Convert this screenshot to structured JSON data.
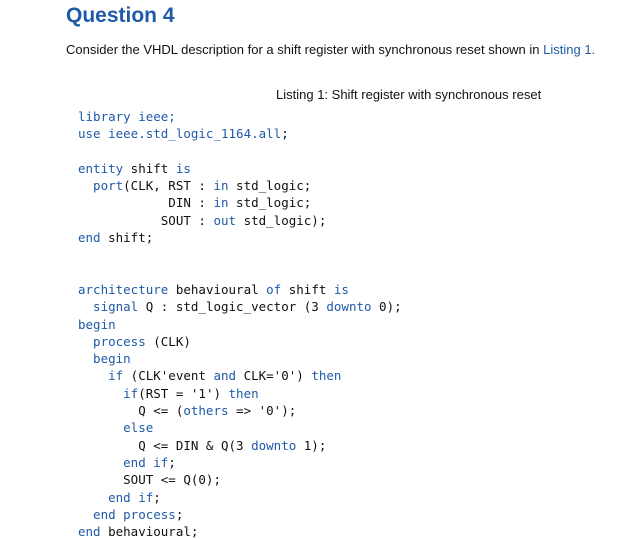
{
  "heading": "Question 4",
  "intro": {
    "text": "Consider the VHDL description for a shift register with synchronous reset shown in ",
    "ref": "Listing 1."
  },
  "caption": "Listing 1: Shift register with synchronous reset",
  "code_lines": [
    [
      [
        "library ieee;",
        true
      ]
    ],
    [
      [
        "use ieee.std_logic_1164.",
        true
      ],
      [
        "all",
        true
      ],
      [
        ";",
        false
      ]
    ],
    [
      [
        "",
        false
      ]
    ],
    [
      [
        "entity",
        true
      ],
      [
        " shift ",
        false
      ],
      [
        "is",
        true
      ]
    ],
    [
      [
        "  port",
        true
      ],
      [
        "(CLK, RST : ",
        false
      ],
      [
        "in",
        true
      ],
      [
        " std_logic;",
        false
      ]
    ],
    [
      [
        "            DIN : ",
        false
      ],
      [
        "in",
        true
      ],
      [
        " std_logic;",
        false
      ]
    ],
    [
      [
        "           SOUT : ",
        false
      ],
      [
        "out",
        true
      ],
      [
        " std_logic);",
        false
      ]
    ],
    [
      [
        "end",
        true
      ],
      [
        " shift;",
        false
      ]
    ],
    [
      [
        "",
        false
      ]
    ],
    [
      [
        "",
        false
      ]
    ],
    [
      [
        "architecture",
        true
      ],
      [
        " behavioural ",
        false
      ],
      [
        "of",
        true
      ],
      [
        " shift ",
        false
      ],
      [
        "is",
        true
      ]
    ],
    [
      [
        "  signal",
        true
      ],
      [
        " Q : std_logic_vector (3 ",
        false
      ],
      [
        "downto",
        true
      ],
      [
        " 0);",
        false
      ]
    ],
    [
      [
        "begin",
        true
      ]
    ],
    [
      [
        "  process",
        true
      ],
      [
        " (CLK)",
        false
      ]
    ],
    [
      [
        "  begin",
        true
      ]
    ],
    [
      [
        "    if",
        true
      ],
      [
        " (CLK'event ",
        false
      ],
      [
        "and",
        true
      ],
      [
        " CLK='0') ",
        false
      ],
      [
        "then",
        true
      ]
    ],
    [
      [
        "      if",
        true
      ],
      [
        "(RST = '1') ",
        false
      ],
      [
        "then",
        true
      ]
    ],
    [
      [
        "        Q <= (",
        false
      ],
      [
        "others",
        true
      ],
      [
        " => '0');",
        false
      ]
    ],
    [
      [
        "      else",
        true
      ]
    ],
    [
      [
        "        Q <= DIN & Q(3 ",
        false
      ],
      [
        "downto",
        true
      ],
      [
        " 1);",
        false
      ]
    ],
    [
      [
        "      end if",
        true
      ],
      [
        ";",
        false
      ]
    ],
    [
      [
        "      SOUT <= Q(0);",
        false
      ]
    ],
    [
      [
        "    end if",
        true
      ],
      [
        ";",
        false
      ]
    ],
    [
      [
        "  end process",
        true
      ],
      [
        ";",
        false
      ]
    ],
    [
      [
        "end",
        true
      ],
      [
        " behavioural;",
        false
      ]
    ]
  ],
  "colors": {
    "accent": "#1f5aa8",
    "text": "#111111"
  }
}
